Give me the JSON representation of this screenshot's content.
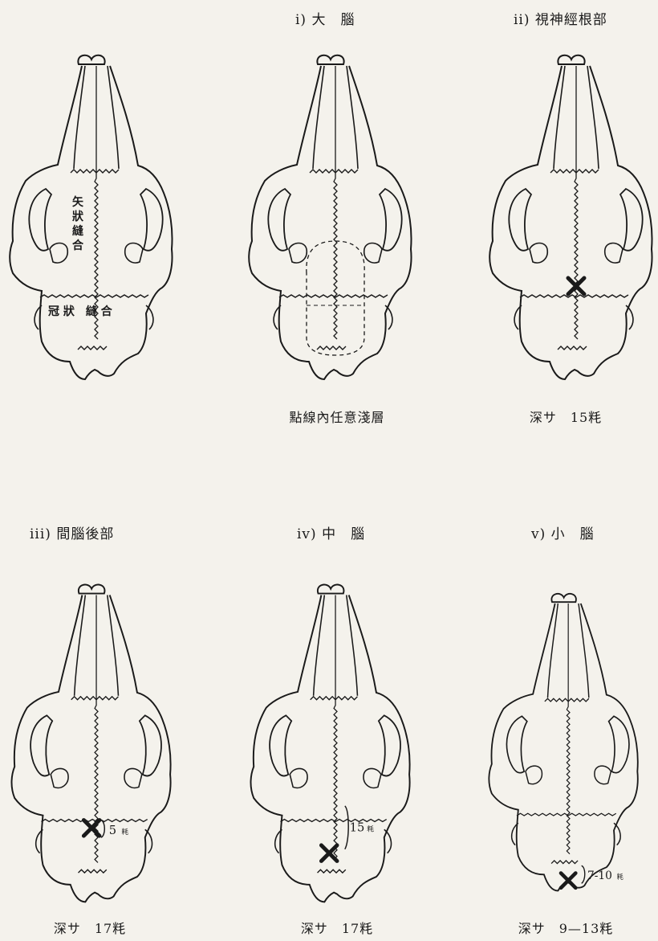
{
  "panels": [
    {
      "id": "p0",
      "title": "",
      "caption": "",
      "annotations": {
        "sagittal_label": [
          "矢",
          "狀",
          "縫",
          "合"
        ],
        "coronal_label": "冠 狀　縫 合"
      }
    },
    {
      "id": "p1",
      "title": "i) 大　腦",
      "caption": "點線內任意淺層"
    },
    {
      "id": "p2",
      "title": "ii) 視神經根部",
      "caption": "深サ　15粍"
    },
    {
      "id": "p3",
      "title": "iii) 間腦後部",
      "caption": "深サ　17粍",
      "mark_label_num": "5",
      "mark_label_unit": "粍"
    },
    {
      "id": "p4",
      "title": "iv) 中　腦",
      "caption": "深サ　17粍",
      "mark_label_num": "15",
      "mark_label_unit": "粍"
    },
    {
      "id": "p5",
      "title": "v) 小　腦",
      "caption": "深サ　9—13粍",
      "mark_label_num": "7-10",
      "mark_label_unit": "粍"
    }
  ],
  "colors": {
    "ink": "#1a1a1a",
    "paper": "#f4f2ec"
  },
  "icons": {
    "mark": "cross-mark-icon"
  }
}
